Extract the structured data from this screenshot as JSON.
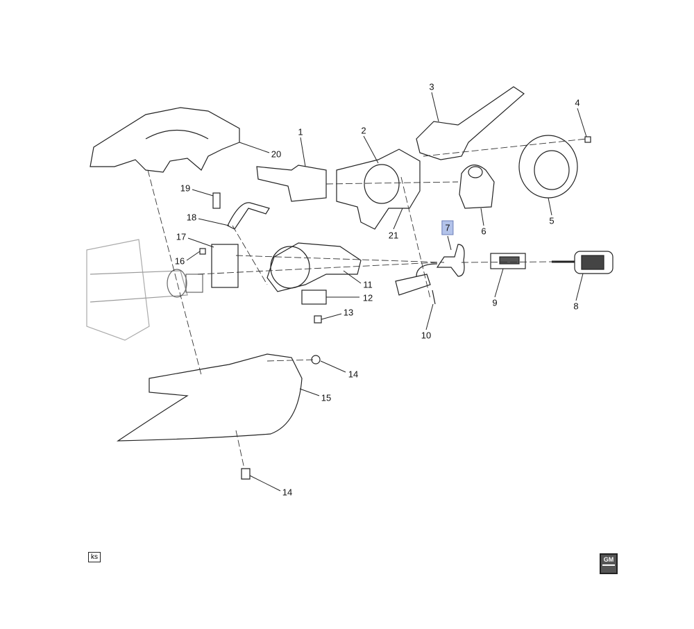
{
  "diagram": {
    "callouts": [
      "1",
      "2",
      "3",
      "4",
      "5",
      "6",
      "7",
      "8",
      "9",
      "10",
      "11",
      "12",
      "13",
      "14",
      "14",
      "15",
      "16",
      "17",
      "18",
      "19",
      "20",
      "21"
    ],
    "highlighted_callout": "7",
    "highlight_color": "#b3c3ea",
    "corner_tag": "ks",
    "logo_text": "GM"
  }
}
